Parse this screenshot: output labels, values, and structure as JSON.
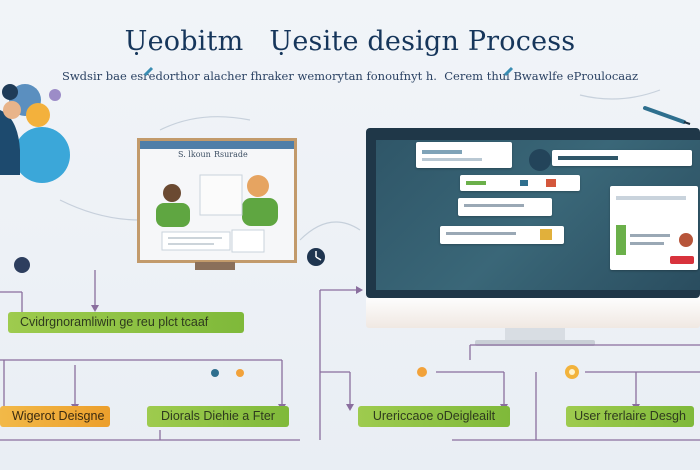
{
  "header": {
    "title_left": "Ụeobitm",
    "title_right": "Ụesite design Process",
    "subtitle_left": "Swdsir bae esredorthor alacher fhraker wemorytan fonoufnyt h.",
    "subtitle_right": "Cerem thul Bwawlfe eProulocaaz"
  },
  "tablet": {
    "label_left": "S. lkoun",
    "label_right": "Rsurade"
  },
  "flow": {
    "top_step": "Cvidrgnoramliwin ge reu plct tcaaf",
    "steps": [
      "Wigerot Deisgne",
      "Diorals Diehie a Fter",
      "Urericcaoe oDeigleailt",
      "User frerlaire Desgh"
    ]
  },
  "colors": {
    "green_step": "#8cc247",
    "orange_step": "#f0ad3a",
    "flow_line": "#8a6e9e",
    "title": "#16365b",
    "monitor_screen": "#3a6778"
  }
}
